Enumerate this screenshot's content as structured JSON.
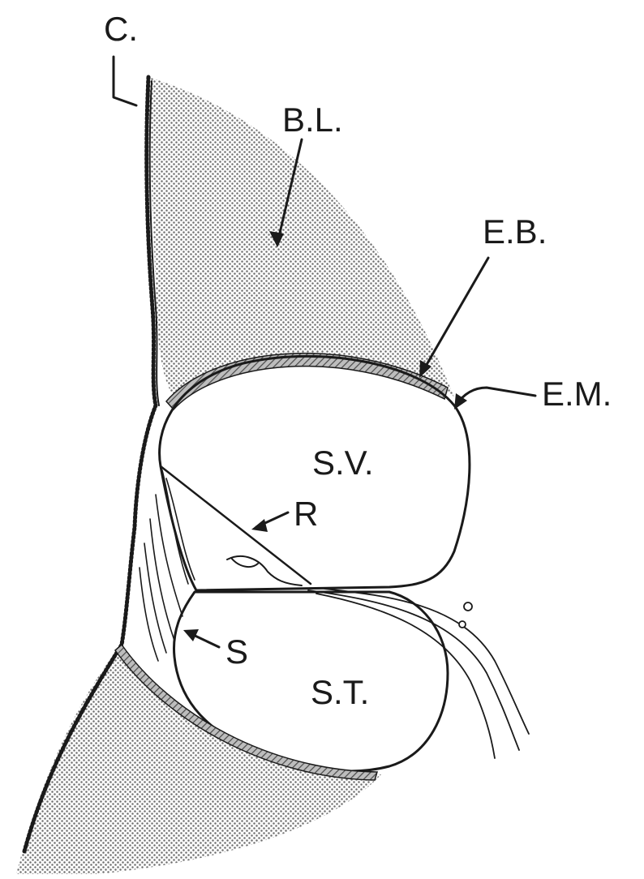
{
  "diagram": {
    "labels": {
      "c": "C.",
      "bl": "B.L.",
      "eb": "E.B.",
      "em": "E.M.",
      "sv": "S.V.",
      "r": "R",
      "s": "S",
      "st": "S.T."
    },
    "colors": {
      "ink": "#1a1a1a",
      "stipple": "#6f6f6f",
      "background": "#ffffff"
    }
  }
}
